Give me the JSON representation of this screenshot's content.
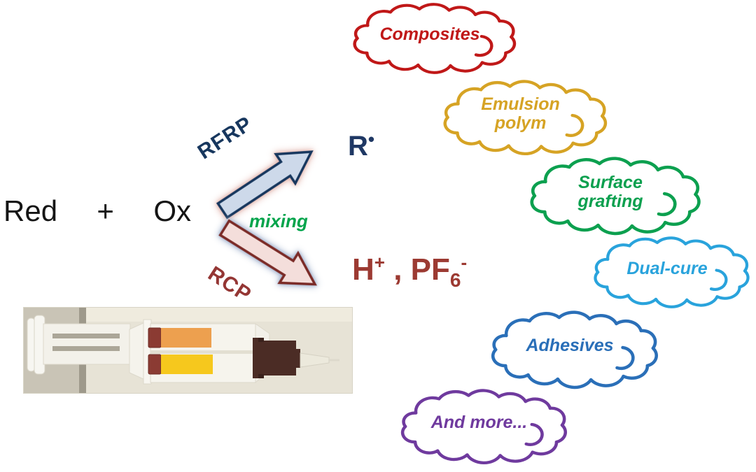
{
  "figure": {
    "equation": {
      "reductant": "Red",
      "plus": "+",
      "oxidant": "Ox",
      "color": "#151515"
    },
    "mixing": {
      "label": "mixing",
      "color": "#00A44B"
    },
    "pathway_top": {
      "label": "RFRP",
      "label_color": "#17375E",
      "product": "R",
      "product_radical": "•",
      "product_color": "#1F3864"
    },
    "pathway_bottom": {
      "label": "RCP",
      "label_color": "#943634",
      "product_h": "H",
      "product_h_charge": "+",
      "separator": " , ",
      "product_pf": "PF",
      "product_pf_index": "6",
      "product_pf_charge": "-",
      "product_color": "#9C3A32"
    },
    "arrows": {
      "top": {
        "fill": "#CDD9EA",
        "stroke": "#17375E",
        "glow": "#E2B4AC"
      },
      "bottom": {
        "fill": "#F4DEDB",
        "stroke": "#7B2B27",
        "glow": "#9FB0CC"
      }
    }
  },
  "clouds": [
    {
      "line1": "Composites",
      "line2": "",
      "color": "#C01818"
    },
    {
      "line1": "Emulsion",
      "line2": "polym",
      "color": "#D6A324"
    },
    {
      "line1": "Surface",
      "line2": "grafting",
      "color": "#0CA04F"
    },
    {
      "line1": "Dual-cure",
      "line2": "",
      "color": "#29A3DC"
    },
    {
      "line1": "Adhesives",
      "line2": "",
      "color": "#2A6FB8"
    },
    {
      "line1": "And more...",
      "line2": "",
      "color": "#6F3A9E"
    }
  ],
  "photo": {
    "colors": {
      "background": "#E7E3D6",
      "left_band": "#C9C4B6",
      "stripe": "#9E998B",
      "plastic": "#F5F3EC",
      "liquid_top": "#EDA04F",
      "liquid_bottom": "#F6C81D",
      "seal": "#8B3B33",
      "mixer": "#4B2C25"
    }
  }
}
